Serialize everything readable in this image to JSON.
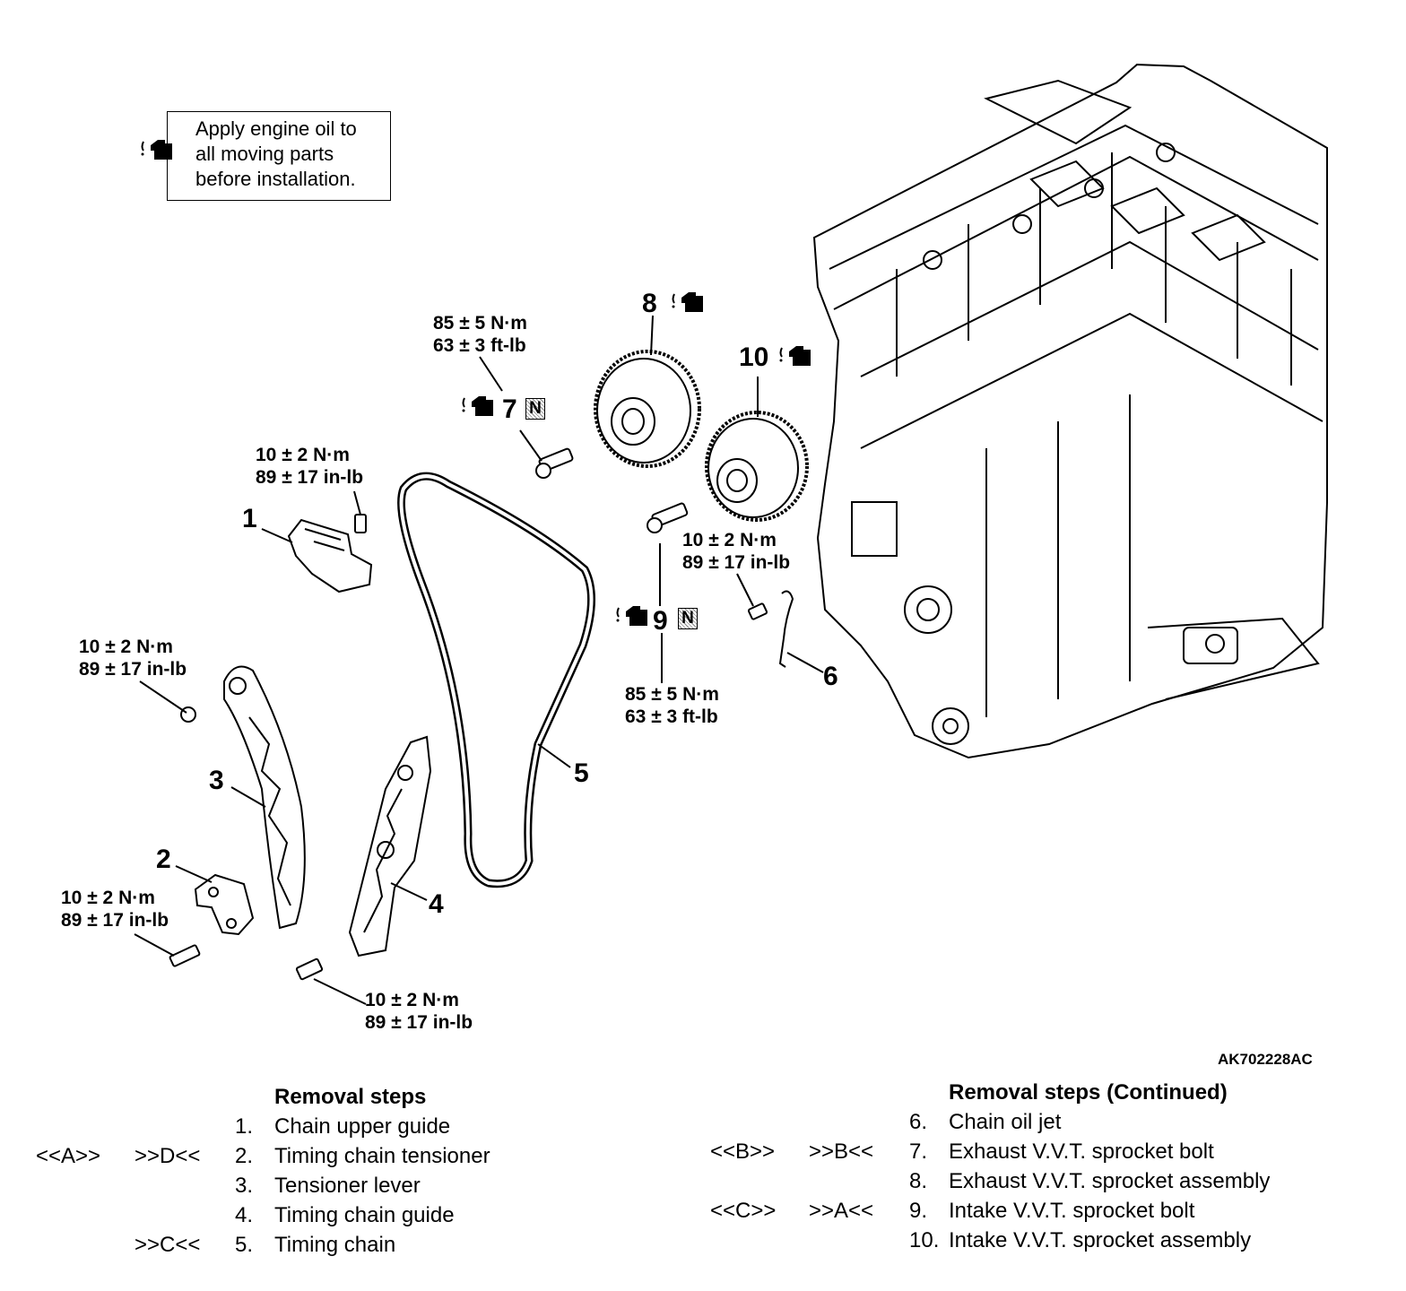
{
  "note": {
    "text": "Apply engine oil to\nall moving parts\nbefore installation.",
    "icon": "oil-can-icon"
  },
  "callouts": {
    "n1": "1",
    "n2": "2",
    "n3": "3",
    "n4": "4",
    "n5": "5",
    "n6": "6",
    "n7": "7",
    "n8": "8",
    "n9": "9",
    "n10": "10"
  },
  "torque": {
    "a_nm": "85 ± 5 N·m",
    "a_ft": "63 ± 3 ft-lb",
    "b_nm": "10 ± 2 N·m",
    "b_in": "89 ± 17 in-lb",
    "c_nm": "10 ± 2 N·m",
    "c_in": "89 ± 17 in-lb",
    "d_nm": "10 ± 2 N·m",
    "d_in": "89 ± 17 in-lb",
    "e_nm": "10 ± 2 N·m",
    "e_in": "89 ± 17 in-lb",
    "f_nm": "10 ± 2 N·m",
    "f_in": "89 ± 17 in-lb",
    "g_nm": "85 ± 5 N·m",
    "g_ft": "63 ± 3 ft-lb"
  },
  "new_part_mark": "N",
  "figure_id": "AK702228AC",
  "removal_steps": {
    "title": "Removal steps",
    "items": [
      {
        "code1": "",
        "code2": "",
        "index": "1.",
        "label": "Chain upper guide"
      },
      {
        "code1": "<<A>>",
        "code2": ">>D<<",
        "index": "2.",
        "label": "Timing chain tensioner"
      },
      {
        "code1": "",
        "code2": "",
        "index": "3.",
        "label": "Tensioner lever"
      },
      {
        "code1": "",
        "code2": "",
        "index": "4.",
        "label": "Timing chain guide"
      },
      {
        "code1": "",
        "code2": ">>C<<",
        "index": "5.",
        "label": "Timing chain"
      }
    ]
  },
  "removal_steps_cont": {
    "title": "Removal steps (Continued)",
    "items": [
      {
        "code1": "",
        "code2": "",
        "index": "6.",
        "label": "Chain oil jet"
      },
      {
        "code1": "<<B>>",
        "code2": ">>B<<",
        "index": "7.",
        "label": "Exhaust V.V.T. sprocket bolt"
      },
      {
        "code1": "",
        "code2": "",
        "index": "8.",
        "label": "Exhaust V.V.T. sprocket assembly"
      },
      {
        "code1": "<<C>>",
        "code2": ">>A<<",
        "index": "9.",
        "label": "Intake V.V.T. sprocket bolt"
      },
      {
        "code1": "",
        "code2": "",
        "index": "10.",
        "label": "Intake V.V.T. sprocket assembly"
      }
    ]
  }
}
